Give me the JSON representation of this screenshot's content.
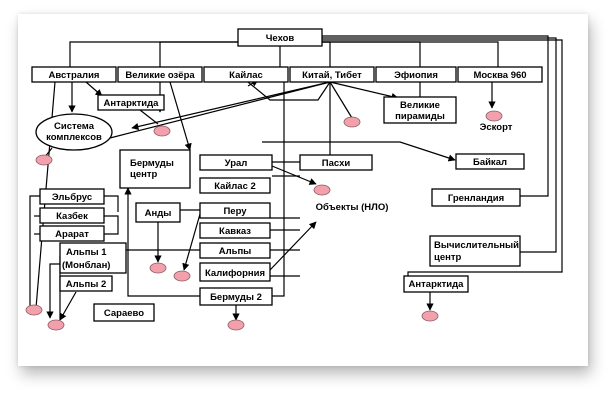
{
  "nodes": {
    "chekhov": "Чехов",
    "australia": "Австралия",
    "great_lakes": "Великие озёра",
    "kailas": "Кайлас",
    "china_tibet": "Китай, Тибет",
    "ethiopia": "Эфиопия",
    "moscow960": "Москва 960",
    "antarctica_top": "Антарктида",
    "system_complex": [
      "Система",
      "комплексов"
    ],
    "great_pyramids": [
      "Великие",
      "пирамиды"
    ],
    "escort": "Эскорт",
    "bermuda_center": [
      "Бермуды",
      "центр"
    ],
    "ural": "Урал",
    "easter": "Пасхи",
    "baikal": "Байкал",
    "kailas2": "Кайлас 2",
    "objects_ufo": "Объекты (НЛО)",
    "elbrus": "Эльбрус",
    "andes": "Анды",
    "peru": "Перу",
    "greenland": "Гренландия",
    "kazbek": "Казбек",
    "caucasus": "Кавказ",
    "ararat": "Арарат",
    "computing_center": [
      "Вычислительный",
      "центр"
    ],
    "alps1": [
      "Альпы 1",
      "(Монблан)"
    ],
    "alps": "Альпы",
    "california": "Калифорния",
    "alps2": "Альпы 2",
    "antarctica_bottom": "Антарктида",
    "bermuda2": "Бермуды 2",
    "sarajevo": "Сараево"
  },
  "colors": {
    "dot_fill": "#f2a0ab",
    "stroke": "#000000"
  }
}
